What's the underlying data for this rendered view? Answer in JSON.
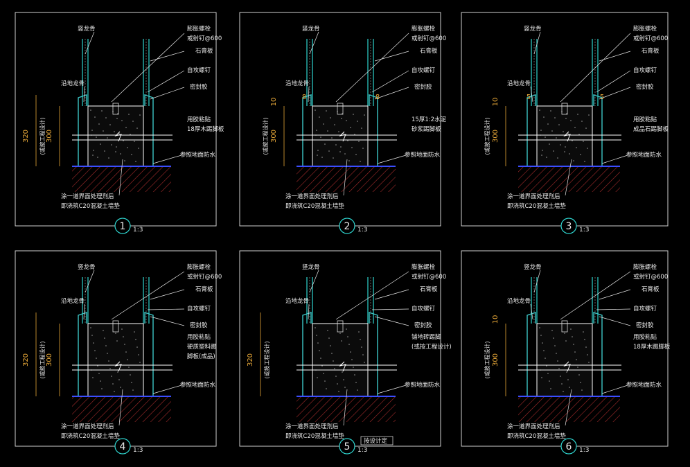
{
  "details": [
    {
      "number": "1",
      "scale": "1:3",
      "labels_top": [
        "竖龙骨",
        "膨胀螺栓",
        "或射钉@600",
        "石膏板",
        "自攻螺钉",
        "密封胶"
      ],
      "label_left": "沿地龙骨",
      "labels_right": [
        "用胶粘贴",
        "18厚木踢脚板",
        "参照地面防水"
      ],
      "labels_bottom": [
        "涂一道界面处理剂后",
        "即浇筑C20混凝土墙垫"
      ],
      "dims": {
        "outer": "320",
        "inner": "300",
        "sub": "(或按工程设计)"
      }
    },
    {
      "number": "2",
      "scale": "1:3",
      "labels_top": [
        "竖龙骨",
        "膨胀螺栓",
        "或射钉@600",
        "石膏板",
        "自攻螺钉",
        "密封胶"
      ],
      "label_left": "沿地龙骨",
      "labels_right": [
        "15厚1:2水泥",
        "砂浆踢脚板",
        "参照地面防水"
      ],
      "labels_bottom": [
        "涂一道界面处理剂后",
        "即浇筑C20混凝土墙垫"
      ],
      "dims": {
        "top": "10",
        "inner": "300",
        "sub": "(或按工程设计)",
        "side": "8"
      }
    },
    {
      "number": "3",
      "scale": "1:3",
      "labels_top": [
        "竖龙骨",
        "膨胀螺栓",
        "或射钉@600",
        "石膏板",
        "自攻螺钉",
        "密封胶"
      ],
      "label_left": "沿地龙骨",
      "labels_right": [
        "用胶粘贴",
        "成品石踢脚板",
        "参照地面防水"
      ],
      "labels_bottom": [
        "涂一道界面处理剂后",
        "即浇筑C20混凝土墙垫"
      ],
      "dims": {
        "top": "10",
        "inner": "300",
        "sub": "(或按工程设计)",
        "side": "5"
      }
    },
    {
      "number": "4",
      "scale": "1:3",
      "labels_top": [
        "竖龙骨",
        "膨胀螺栓",
        "或射钉@600",
        "石膏板",
        "自攻螺钉",
        "密封胶"
      ],
      "label_left": "沿地龙骨",
      "labels_right": [
        "用胶粘贴",
        "硬质塑料踢",
        "脚板(成品)",
        "参照地面防水"
      ],
      "labels_bottom": [
        "涂一道界面处理剂后",
        "即浇筑C20混凝土墙垫"
      ],
      "dims": {
        "outer": "320",
        "inner": "300",
        "sub": "(或按工程设计)"
      }
    },
    {
      "number": "5",
      "scale": "1:3",
      "labels_top": [
        "竖龙骨",
        "膨胀螺栓",
        "或射钉@600",
        "石膏板",
        "自攻螺钉",
        "密封胶"
      ],
      "label_left": "沿地龙骨",
      "labels_right": [
        "铺地砖踢脚",
        "(或按工程设计)",
        "参照地面防水"
      ],
      "labels_bottom": [
        "涂一道界面处理剂后",
        "即浇筑C20混凝土墙垫"
      ],
      "extra": "按设计定",
      "dims": {
        "outer": "320",
        "sub": "(或按工程设计)"
      }
    },
    {
      "number": "6",
      "scale": "1:3",
      "labels_top": [
        "竖龙骨",
        "膨胀螺栓",
        "或射钉@600",
        "石膏板",
        "自攻螺钉",
        "密封胶"
      ],
      "label_left": "沿地龙骨",
      "labels_right": [
        "用胶粘贴",
        "18厚木踢脚板",
        "参照地面防水"
      ],
      "labels_bottom": [
        "涂一道界面处理剂后",
        "即浇筑C20混凝土墙垫"
      ],
      "dims": {
        "top": "10",
        "inner": "300",
        "sub": "(或按工程设计)"
      }
    }
  ],
  "colors": {
    "background": "#000000",
    "frame": "#cfcfcf",
    "stud": "#2fd6d0",
    "gypsum": "#3cc6c6",
    "floor_line": "#3b4dff",
    "hatch": "#a22a2a",
    "leader": "#e8e8e8",
    "dimension": "#e8a838",
    "concrete_dots": "#9a9a9a"
  }
}
